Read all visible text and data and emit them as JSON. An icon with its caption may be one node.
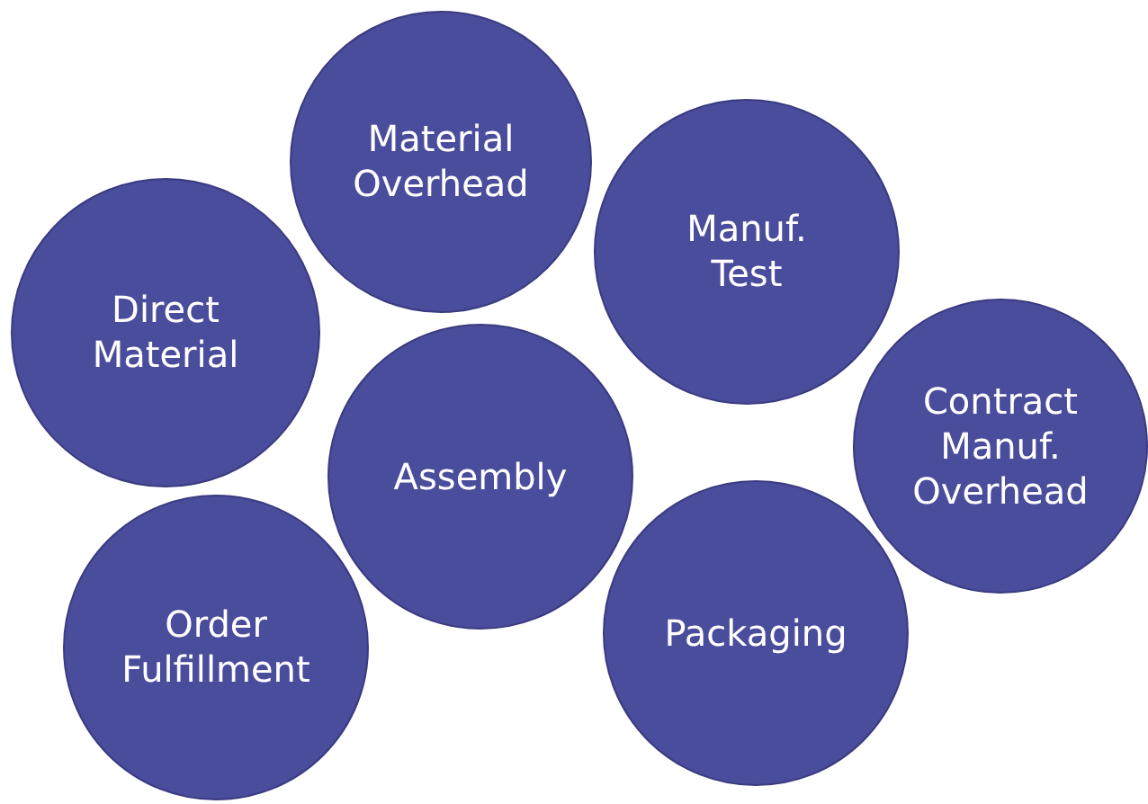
{
  "diagram": {
    "nodes": [
      {
        "text": [
          "Material Overhead"
        ]
      },
      {
        "text": [
          "Manuf. Test"
        ]
      },
      {
        "text": [
          "Direct Material"
        ]
      },
      {
        "text": [
          "Contract Manuf. Overhead"
        ]
      },
      {
        "text": [
          "Assembly"
        ]
      },
      {
        "text": [
          "Packaging"
        ]
      },
      {
        "text": [
          "Order Fulfillment"
        ]
      }
    ]
  }
}
